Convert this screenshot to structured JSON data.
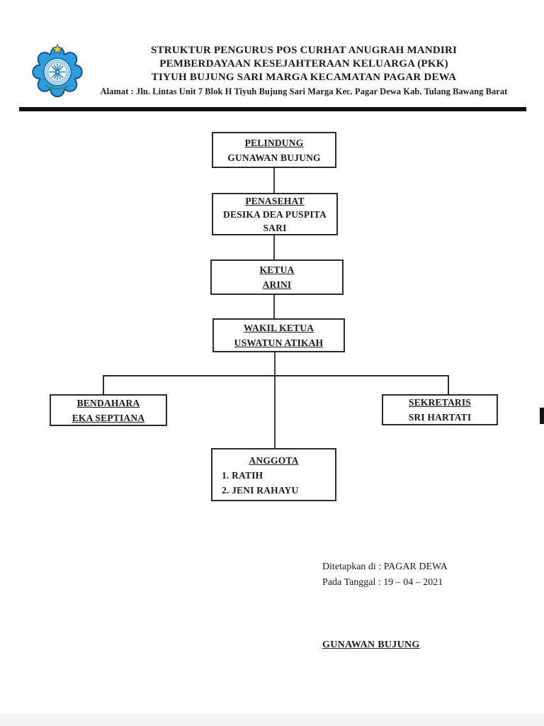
{
  "header": {
    "logo_name": "tulang-bawang-barat-regency-emblem",
    "title_lines": [
      "STRUKTUR PENGURUS POS CURHAT ANUGRAH MANDIRI",
      "PEMBERDAYAAN KESEJAHTERAAN KELUARGA (PKK)",
      "TIYUH BUJUNG SARI MARGA KECAMATAN PAGAR DEWA"
    ],
    "address_line": "Alamat : Jln. Lintas Unit 7 Blok H Tiyuh Bujung Sari Marga Kec. Pagar Dewa Kab. Tulang Bawang Barat"
  },
  "chart": {
    "type": "org-chart",
    "nodes": [
      {
        "id": "pelindung",
        "title": "PELINDUNG",
        "name": "GUNAWAN BUJUNG",
        "name_underlined": false
      },
      {
        "id": "penasehat",
        "title": "PENASEHAT",
        "name": "DESIKA DEA PUSPITA SARI",
        "name_underlined": false
      },
      {
        "id": "ketua",
        "title": "KETUA",
        "name": "ARINI",
        "name_underlined": true
      },
      {
        "id": "wakil-ketua",
        "title": "WAKIL KETUA",
        "name": "USWATUN ATIKAH",
        "name_underlined": true
      },
      {
        "id": "bendahara",
        "title": "BENDAHARA",
        "name": "EKA SEPTIANA",
        "name_underlined": true
      },
      {
        "id": "sekretaris",
        "title": "SEKRETARIS",
        "name": "SRI HARTATI",
        "name_underlined": false
      },
      {
        "id": "anggota",
        "title": "ANGGOTA",
        "members": [
          "1. RATIH",
          "2. JENI RAHAYU"
        ]
      }
    ],
    "hierarchy": [
      "PELINDUNG > PENASEHAT > KETUA > WAKIL KETUA",
      "WAKIL KETUA > BENDAHARA, SEKRETARIS, ANGGOTA"
    ]
  },
  "footer": {
    "place_line": "Ditetapkan di : PAGAR DEWA",
    "date_line": "Pada Tanggal : 19 – 04 – 2021",
    "signature_name": "GUNAWAN BUJUNG"
  },
  "colors": {
    "text": "#1b1b1b",
    "box_border": "#2b2b2b",
    "logo_blue": "#2f9ce0",
    "logo_dark_blue": "#0a4a85",
    "logo_star_yellow": "#f7d117"
  }
}
